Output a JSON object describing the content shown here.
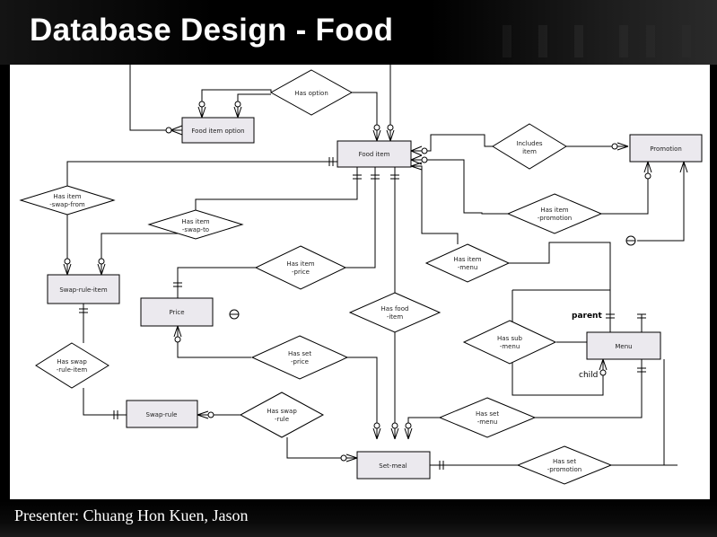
{
  "slide": {
    "title": "Database Design - Food",
    "presenter": "Presenter: Chuang Hon Kuen, Jason"
  },
  "diagram": {
    "entities": {
      "food_item_option": "Food item option",
      "food_item": "Food item",
      "promotion": "Promotion",
      "swap_rule_item": "Swap-rule-item",
      "price": "Price",
      "menu": "Menu",
      "swap_rule": "Swap-rule",
      "set_meal": "Set-meal"
    },
    "relationships": {
      "has_option": "Has option",
      "includes_item": [
        "Includes",
        "item"
      ],
      "has_item_swap_from": [
        "Has item",
        "-swap-from"
      ],
      "has_item_promotion": [
        "Has item",
        "-promotion"
      ],
      "has_item_swap_to": [
        "Has item",
        "-swap-to"
      ],
      "has_item_price": [
        "Has item",
        "-price"
      ],
      "has_item_menu": [
        "Has item",
        "-menu"
      ],
      "has_food_item": [
        "Has food",
        "-item"
      ],
      "has_sub_menu": [
        "Has sub",
        "-menu"
      ],
      "has_set_price": [
        "Has set",
        "-price"
      ],
      "has_swap_rule_item": [
        "Has swap",
        "-rule-item"
      ],
      "has_set_menu": [
        "Has set",
        "-menu"
      ],
      "has_swap_rule": [
        "Has swap",
        "-rule"
      ],
      "has_set_promotion": [
        "Has set",
        "-promotion"
      ]
    },
    "roles": {
      "parent": "parent",
      "child": "child"
    }
  }
}
